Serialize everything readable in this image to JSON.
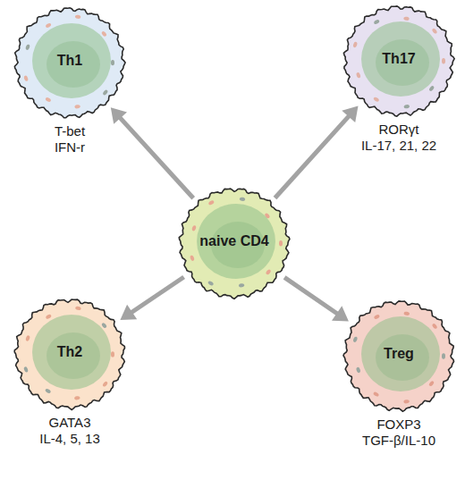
{
  "diagram": {
    "nodes": [
      {
        "text": [
          "Th1",
          "T-bet",
          "IFN-r"
        ]
      },
      {
        "text": [
          "Th17",
          "RORγt",
          "IL-17, 21, 22"
        ]
      },
      {
        "text": [
          "naive CD4"
        ]
      },
      {
        "text": [
          "Th2",
          "GATA3",
          "IL-4, 5, 13"
        ]
      },
      {
        "text": [
          "Treg",
          "FOXP3",
          "TGF-β/IL-10"
        ]
      }
    ],
    "edges": [
      {
        "from": 2,
        "to": 0,
        "arrow": "to"
      },
      {
        "from": 2,
        "to": 1,
        "arrow": "to"
      },
      {
        "from": 2,
        "to": 3,
        "arrow": "to"
      },
      {
        "from": 2,
        "to": 4,
        "arrow": "to"
      }
    ]
  }
}
